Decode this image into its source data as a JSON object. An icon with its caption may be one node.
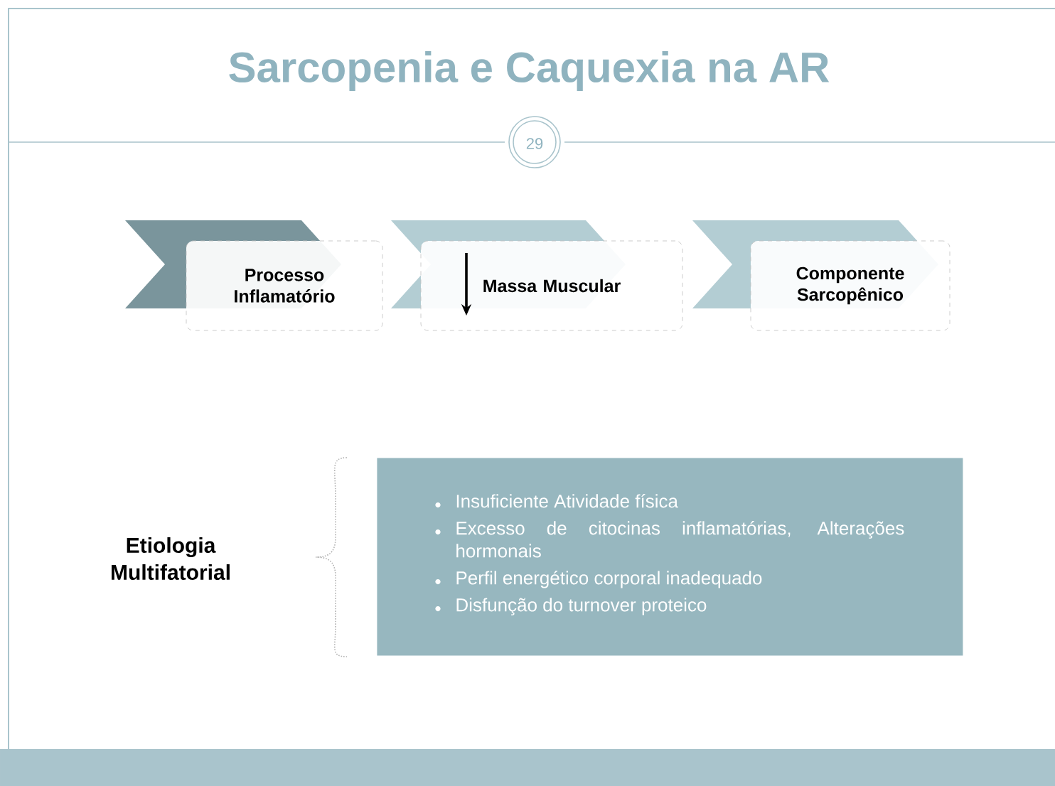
{
  "diagram": {
    "title": "Sarcopenia e Caquexia na AR",
    "nodes": [
      {
        "text": [
          "Processo Inflamatório"
        ]
      },
      {
        "text": [
          "Massa Muscular"
        ]
      },
      {
        "text": [
          "Componente Sarcopênico"
        ]
      },
      {
        "text": [
          "Etiologia Multifatorial"
        ]
      },
      {
        "text": [
          "Insuficiente Atividade física",
          "Excesso de citocinas inflamatórias, Alterações hormonais",
          "Perfil energético corporal inadequado",
          "Disfunção do turnover proteico"
        ]
      }
    ],
    "labels": [
      "29"
    ]
  }
}
